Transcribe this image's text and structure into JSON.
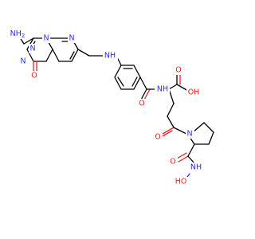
{
  "colors": {
    "carbon_bond": "#000000",
    "nitrogen": "#3030f0",
    "oxygen": "#ee2020",
    "background": "#ffffff"
  },
  "labels": {
    "nh2": "NH",
    "nh2_sub": "2",
    "n_ring_top": "N",
    "n_ring_left_upper": "N",
    "n_ring_left_lower": "N",
    "n_ring_bottom": "N",
    "o_ring": "O",
    "nh_linker": "NH",
    "o_amide": "O",
    "nh_amide": "NH",
    "oh_acid": "OH",
    "o_acid": "O",
    "o_ketone": "O",
    "n_pyrrolidine": "N",
    "o_hydroxamide": "O",
    "nh_hydroxamide": "NH",
    "ho_hydroxamide": "HO"
  }
}
